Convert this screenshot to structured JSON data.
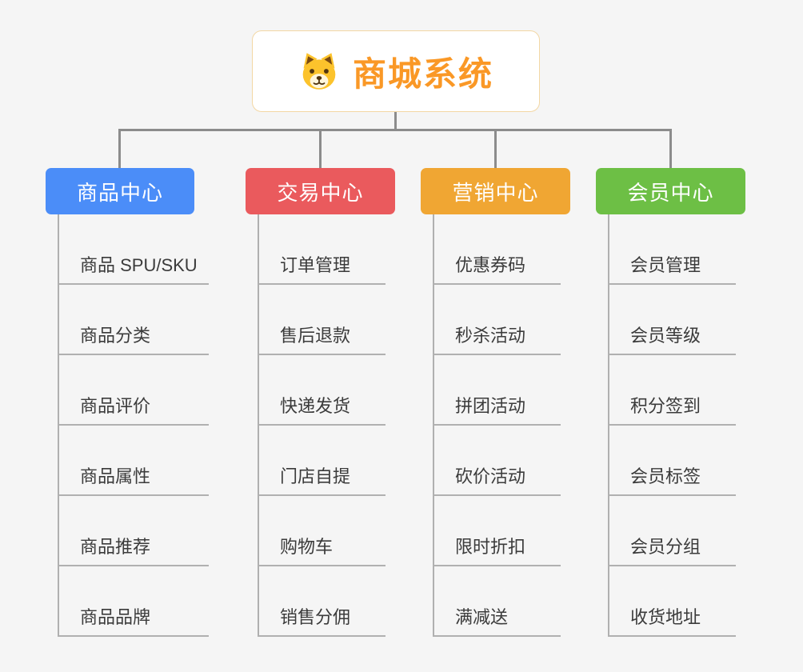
{
  "root": {
    "title": "商城系统",
    "title_color": "#fa9826",
    "icon": "dog-face-icon"
  },
  "branches": [
    {
      "label": "商品中心",
      "color": "#4b8df8",
      "children": [
        "商品 SPU/SKU",
        "商品分类",
        "商品评价",
        "商品属性",
        "商品推荐",
        "商品品牌"
      ]
    },
    {
      "label": "交易中心",
      "color": "#ea5a5d",
      "children": [
        "订单管理",
        "售后退款",
        "快递发货",
        "门店自提",
        "购物车",
        "销售分佣"
      ]
    },
    {
      "label": "营销中心",
      "color": "#f0a633",
      "children": [
        "优惠券码",
        "秒杀活动",
        "拼团活动",
        "砍价活动",
        "限时折扣",
        "满减送"
      ]
    },
    {
      "label": "会员中心",
      "color": "#6dbf45",
      "children": [
        "会员管理",
        "会员等级",
        "积分签到",
        "会员标签",
        "会员分组",
        "收货地址"
      ]
    }
  ],
  "connector_color": "#8c8c8c",
  "leaf_line_color": "#b0b0b0"
}
